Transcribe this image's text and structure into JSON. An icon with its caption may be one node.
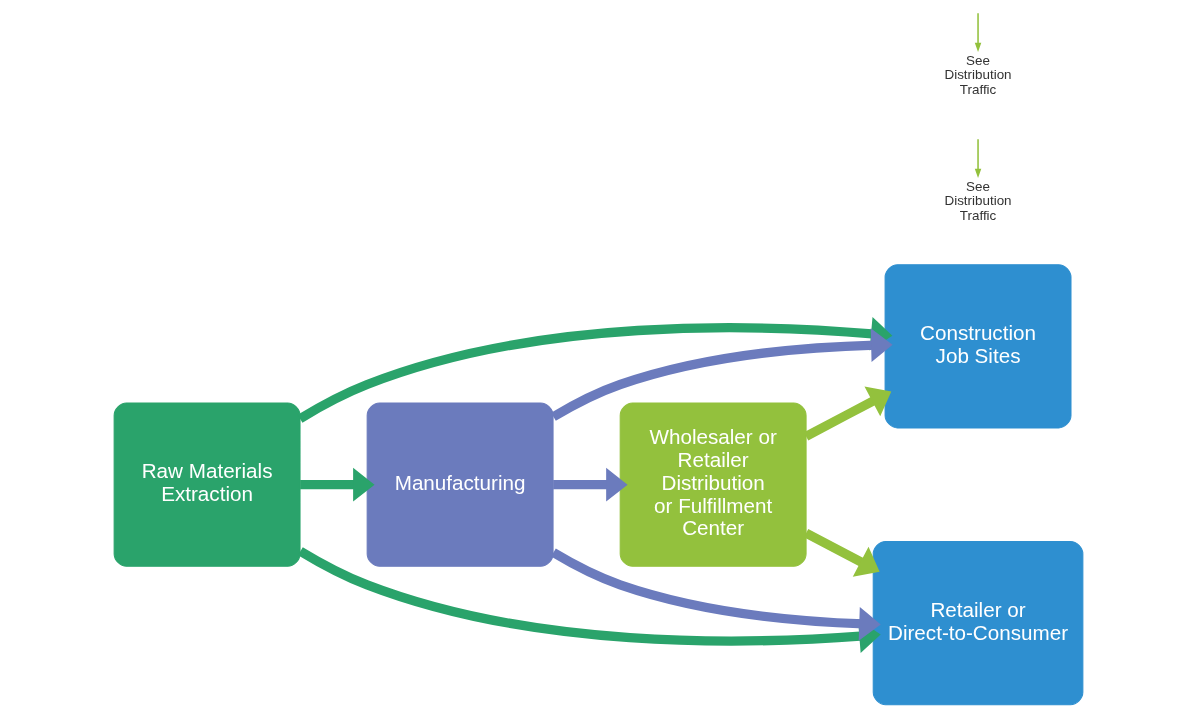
{
  "diagram": {
    "nodes": [
      {
        "text": [
          "Raw Materials Extraction"
        ]
      },
      {
        "text": [
          "Manufacturing"
        ]
      },
      {
        "text": [
          "Wholesaler or Retailer Distribution or Fulfillment Center"
        ]
      },
      {
        "text": [
          "Construction Job Sites"
        ]
      },
      {
        "text": [
          "Retailer or Direct-to-Consumer"
        ]
      },
      {
        "text": [
          "See Distribution Traffic"
        ]
      },
      {
        "text": [
          "See Distribution Traffic"
        ]
      }
    ],
    "edges": [
      {
        "from": 0,
        "to": 3,
        "arrow": "to",
        "color": "#2aa36b"
      },
      {
        "from": 0,
        "to": 1,
        "arrow": "to",
        "color": "#2aa36b"
      },
      {
        "from": 0,
        "to": 4,
        "arrow": "to",
        "color": "#2aa36b"
      },
      {
        "from": 1,
        "to": 3,
        "arrow": "to",
        "color": "#6b7bbd"
      },
      {
        "from": 1,
        "to": 2,
        "arrow": "to",
        "color": "#6b7bbd"
      },
      {
        "from": 1,
        "to": 4,
        "arrow": "to",
        "color": "#6b7bbd"
      },
      {
        "from": 2,
        "to": 3,
        "arrow": "to",
        "color": "#93c13d"
      },
      {
        "from": 2,
        "to": 4,
        "arrow": "to",
        "color": "#93c13d"
      },
      {
        "from": null,
        "to": 5,
        "arrow": "to",
        "color": "#93c13d"
      },
      {
        "from": null,
        "to": 6,
        "arrow": "to",
        "color": "#93c13d"
      }
    ]
  }
}
